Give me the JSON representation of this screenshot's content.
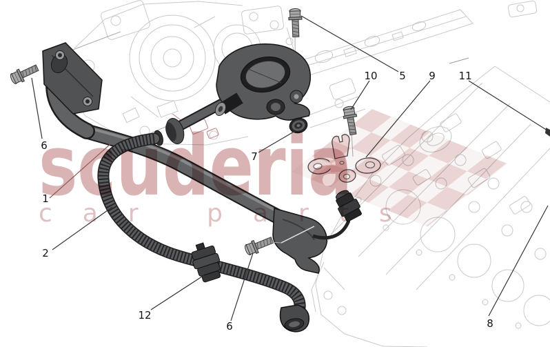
{
  "watermark": {
    "brand": "scuderia",
    "tagline": "car parts",
    "brand_color": "#b56a6a",
    "flag_color": "#c98f8f"
  },
  "palette": {
    "highlight_part": "#58595b",
    "line_art": "#c9c9c9",
    "leader_line": "#333333",
    "red_leader": "#8f5a50"
  },
  "callouts": {
    "c1": {
      "label": "1"
    },
    "c2": {
      "label": "2"
    },
    "c5": {
      "label": "5"
    },
    "c6a": {
      "label": "6"
    },
    "c6b": {
      "label": "6"
    },
    "c7": {
      "label": "7"
    },
    "c8": {
      "label": "8"
    },
    "c9": {
      "label": "9"
    },
    "c10": {
      "label": "10"
    },
    "c11": {
      "label": "11"
    },
    "c12": {
      "label": "12"
    }
  }
}
